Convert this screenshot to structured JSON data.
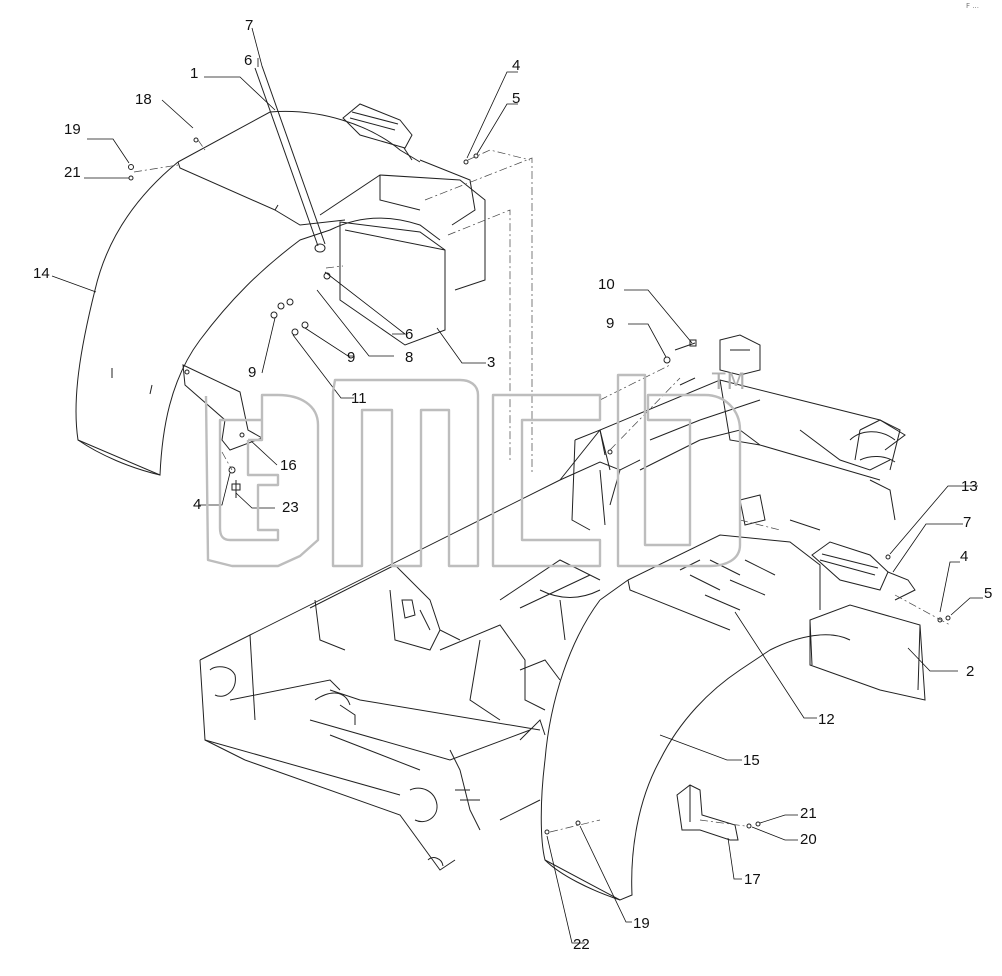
{
  "diagram": {
    "callouts": [
      "1",
      "2",
      "3",
      "4",
      "4",
      "4",
      "5",
      "5",
      "6",
      "6",
      "7",
      "7",
      "8",
      "9",
      "9",
      "9",
      "10",
      "11",
      "12",
      "13",
      "14",
      "15",
      "16",
      "17",
      "18",
      "19",
      "19",
      "20",
      "21",
      "21",
      "22",
      "23"
    ],
    "watermark": {
      "trademark": "TM"
    },
    "corner_mark": "F ..."
  }
}
